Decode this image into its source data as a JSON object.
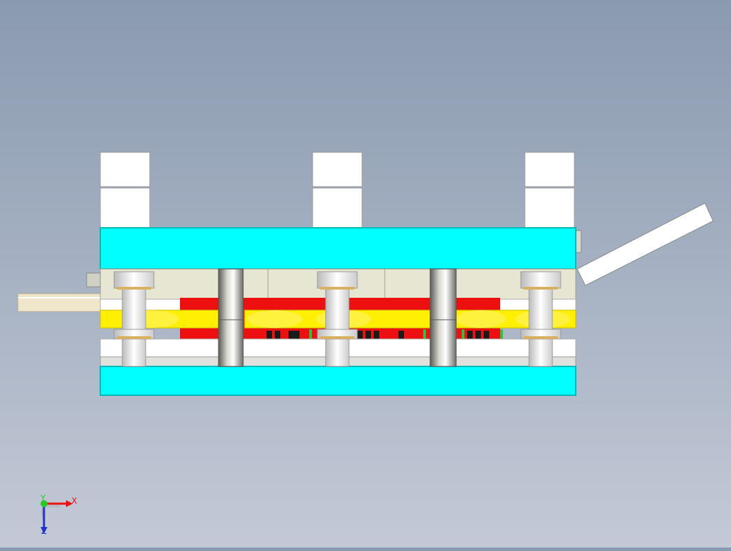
{
  "scene": {
    "colors": {
      "plate": "#00ffff",
      "plate_edge": "#00b8b8",
      "yellow": "#ffef00",
      "yellow_edge": "#c9b800",
      "red": "#ee1010",
      "white": "#ffffff",
      "beige": "#e6e6d2",
      "rod": "#b8b8b0",
      "strip": "#f0e6cc"
    }
  },
  "triad": {
    "x_label": "X",
    "y_label": "Y",
    "z_label": "Z",
    "colors": {
      "x": "#ee1111",
      "y": "#22cc22",
      "z": "#2233cc"
    }
  }
}
